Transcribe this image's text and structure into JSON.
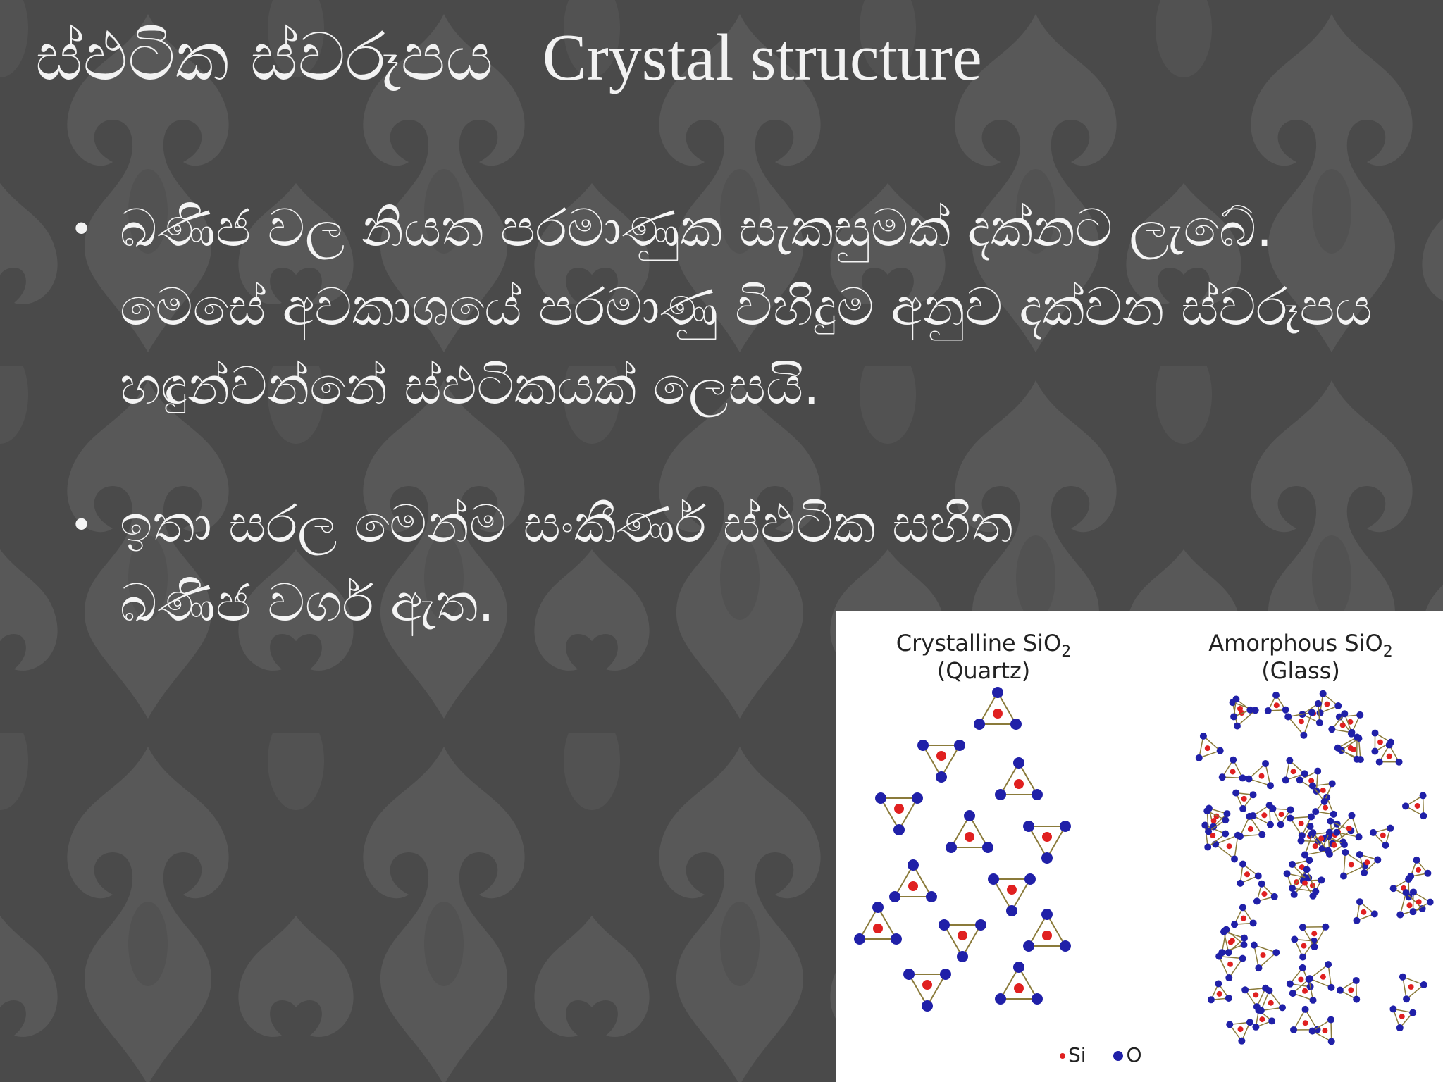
{
  "slide": {
    "title_sinhala": "ස්ඵටික ස්වරූපය",
    "title_english": "Crystal structure",
    "bullets": [
      {
        "marker": "•",
        "text": "ඛණිජ වල නියත පරමාණුක සැකසුමක් දක්නට ලැබේ.  මෙසේ අවකාශයේ පරමාණු විහිදුම අනුව දක්වන ස්වරූපය හඳුන්වන්නේ ස්ඵටිකයක් ලෙසයි."
      },
      {
        "marker": "•",
        "text": "ඉතා සරල මෙන්ම සංකීර්ණ ස්ඵටික සහිත ඛණිජ වර්ග ඇත."
      }
    ]
  },
  "figure": {
    "left_label": "Crystalline SiO",
    "left_sub": "2",
    "left_caption": "(Quartz)",
    "right_label": "Amorphous SiO",
    "right_sub": "2",
    "right_caption": "(Glass)",
    "legend_si": "Si",
    "legend_o": "O",
    "colors": {
      "si": "#e02020",
      "o": "#2020a8",
      "bond": "#8a7a3a"
    }
  }
}
